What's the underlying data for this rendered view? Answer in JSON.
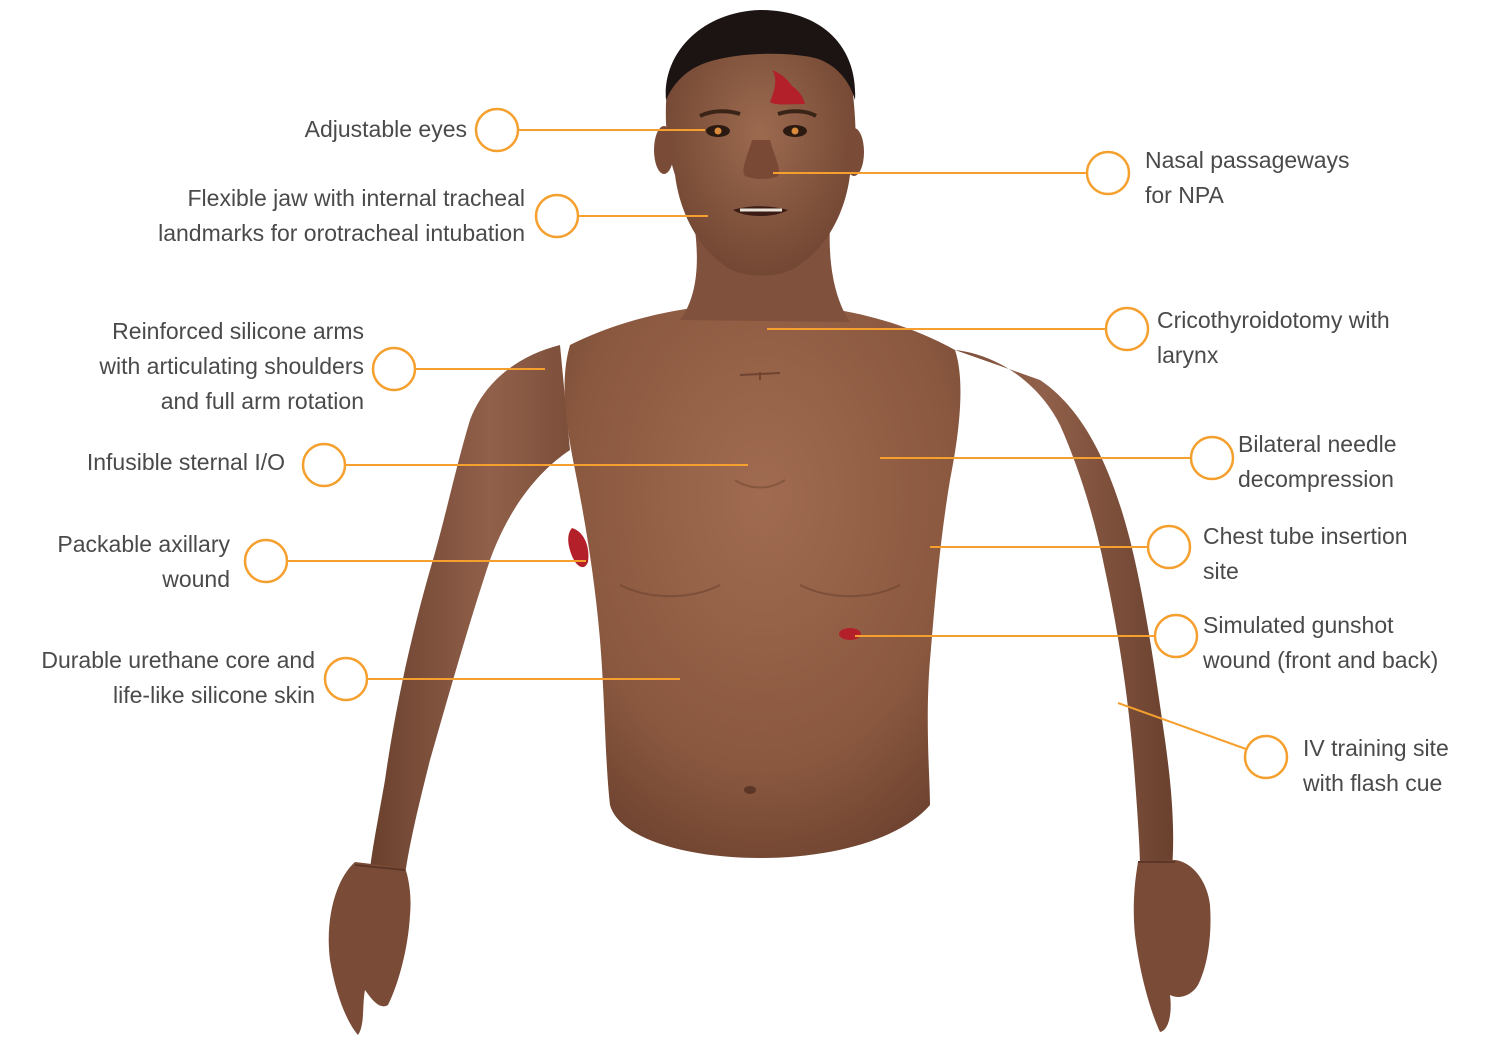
{
  "colors": {
    "accent": "#f5a02e",
    "text": "#4a4a4a",
    "skin": "#8e5c43",
    "wound": "#b3202a"
  },
  "labels": {
    "adjustable_eyes": "Adjustable eyes",
    "flexible_jaw": "Flexible jaw with internal tracheal\nlandmarks for orotracheal intubation",
    "reinforced_arms": "Reinforced silicone arms\nwith articulating shoulders\nand full arm rotation",
    "sternal_io": "Infusible sternal I/O",
    "axillary_wound": "Packable axillary\nwound",
    "urethane_core": "Durable urethane core and\nlife-like silicone skin",
    "nasal_passageways": "Nasal passageways\nfor NPA",
    "cricothyroidotomy": "Cricothyroidotomy with\nlarynx",
    "needle_decompression": "Bilateral needle\ndecompression",
    "chest_tube": "Chest tube insertion\nsite",
    "gunshot_wound": "Simulated gunshot\nwound  (front and back)",
    "iv_training": "IV training site\nwith flash cue"
  }
}
